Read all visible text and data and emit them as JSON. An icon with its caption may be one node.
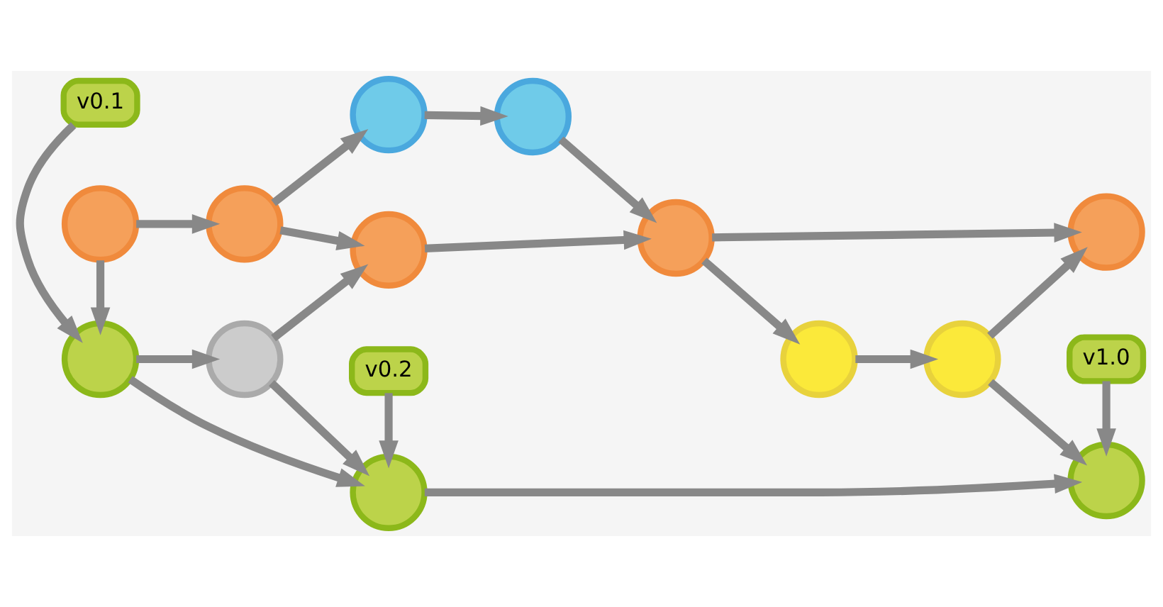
{
  "diagram": {
    "nodes": [
      {
        "text": [
          "v0.1"
        ]
      },
      {
        "text": [
          "v0.2"
        ]
      },
      {
        "text": [
          "v1.0"
        ]
      },
      {
        "text": [],
        "shape": "circle"
      },
      {
        "text": [],
        "shape": "circle"
      },
      {
        "text": [],
        "shape": "circle"
      },
      {
        "text": [],
        "shape": "circle"
      },
      {
        "text": [],
        "shape": "circle"
      },
      {
        "text": [],
        "shape": "circle"
      },
      {
        "text": [],
        "shape": "circle"
      },
      {
        "text": [],
        "shape": "circle"
      },
      {
        "text": [],
        "shape": "circle"
      },
      {
        "text": [],
        "shape": "circle"
      },
      {
        "text": [],
        "shape": "circle"
      },
      {
        "text": [],
        "shape": "circle"
      },
      {
        "text": [],
        "shape": "circle"
      }
    ],
    "edges": [
      {
        "from": 0,
        "to": 3,
        "arrow": "to"
      },
      {
        "from": 1,
        "to": 4,
        "arrow": "to"
      },
      {
        "from": 2,
        "to": 5,
        "arrow": "to"
      },
      {
        "from": 3,
        "to": 4,
        "arrow": "to"
      },
      {
        "from": 4,
        "to": 5,
        "arrow": "to"
      },
      {
        "from": 3,
        "to": 6,
        "arrow": "to"
      },
      {
        "from": 6,
        "to": 4,
        "arrow": "to"
      },
      {
        "from": 6,
        "to": 11,
        "arrow": "to"
      },
      {
        "from": 9,
        "to": 3,
        "arrow": "to"
      },
      {
        "from": 9,
        "to": 10,
        "arrow": "to"
      },
      {
        "from": 10,
        "to": 11,
        "arrow": "to"
      },
      {
        "from": 11,
        "to": 12,
        "arrow": "to"
      },
      {
        "from": 12,
        "to": 13,
        "arrow": "to"
      },
      {
        "from": 10,
        "to": 14,
        "arrow": "to"
      },
      {
        "from": 14,
        "to": 15,
        "arrow": "to"
      },
      {
        "from": 15,
        "to": 12,
        "arrow": "to"
      },
      {
        "from": 12,
        "to": 7,
        "arrow": "to"
      },
      {
        "from": 7,
        "to": 8,
        "arrow": "to"
      },
      {
        "from": 8,
        "to": 5,
        "arrow": "to"
      },
      {
        "from": 8,
        "to": 13,
        "arrow": "to"
      }
    ]
  }
}
